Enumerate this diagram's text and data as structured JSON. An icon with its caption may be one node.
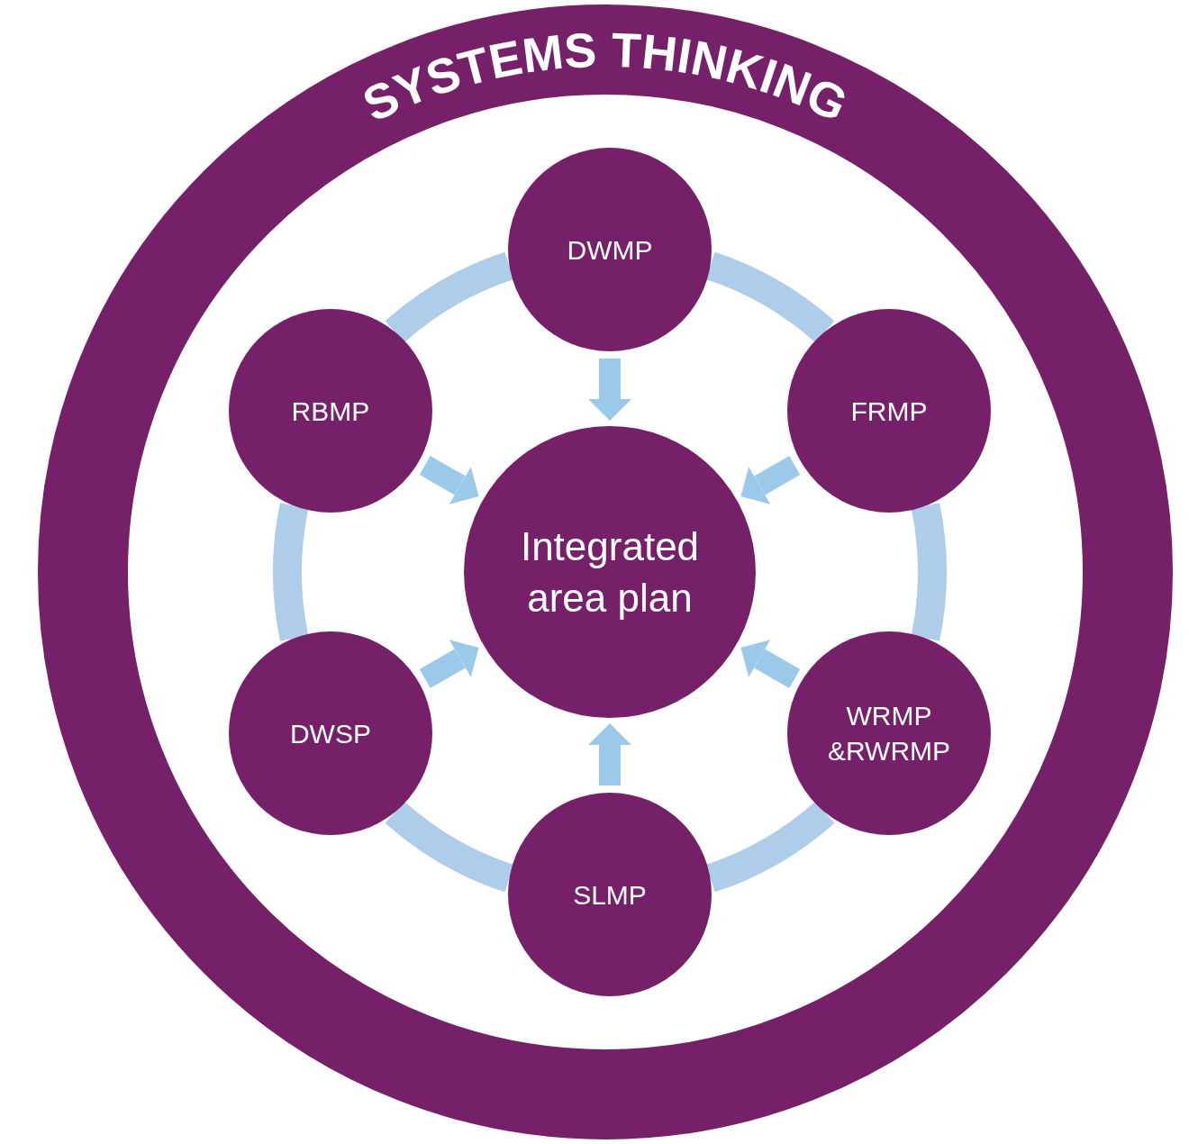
{
  "diagram": {
    "nodes": [
      {
        "text": [
          "SYSTEMS THINKING"
        ]
      },
      {
        "text": [
          "DWMP"
        ],
        "in": 0
      },
      {
        "text": [
          "RBMP"
        ],
        "in": 0
      },
      {
        "text": [
          "FRMP"
        ],
        "in": 0
      },
      {
        "text": [
          "Integrated area plan"
        ],
        "in": 0
      },
      {
        "text": [
          "DWSP"
        ],
        "in": 0
      },
      {
        "text": [
          "WRMP &RWRMP"
        ],
        "in": 0
      },
      {
        "text": [
          "SLMP"
        ],
        "in": 0
      }
    ],
    "edges": [
      {
        "from": 1,
        "to": 4,
        "arrow": "to"
      },
      {
        "from": 3,
        "to": 4,
        "arrow": "to"
      },
      {
        "from": 6,
        "to": 4,
        "arrow": "to"
      },
      {
        "from": 7,
        "to": 4,
        "arrow": "to"
      },
      {
        "from": 5,
        "to": 4,
        "arrow": "to"
      },
      {
        "from": 2,
        "to": 4,
        "arrow": "to"
      },
      {
        "from": 1,
        "to": 3,
        "arrow": "none"
      },
      {
        "from": 3,
        "to": 6,
        "arrow": "none"
      },
      {
        "from": 6,
        "to": 7,
        "arrow": "none"
      },
      {
        "from": 7,
        "to": 5,
        "arrow": "none"
      },
      {
        "from": 5,
        "to": 2,
        "arrow": "none"
      },
      {
        "from": 2,
        "to": 1,
        "arrow": "none"
      }
    ]
  }
}
